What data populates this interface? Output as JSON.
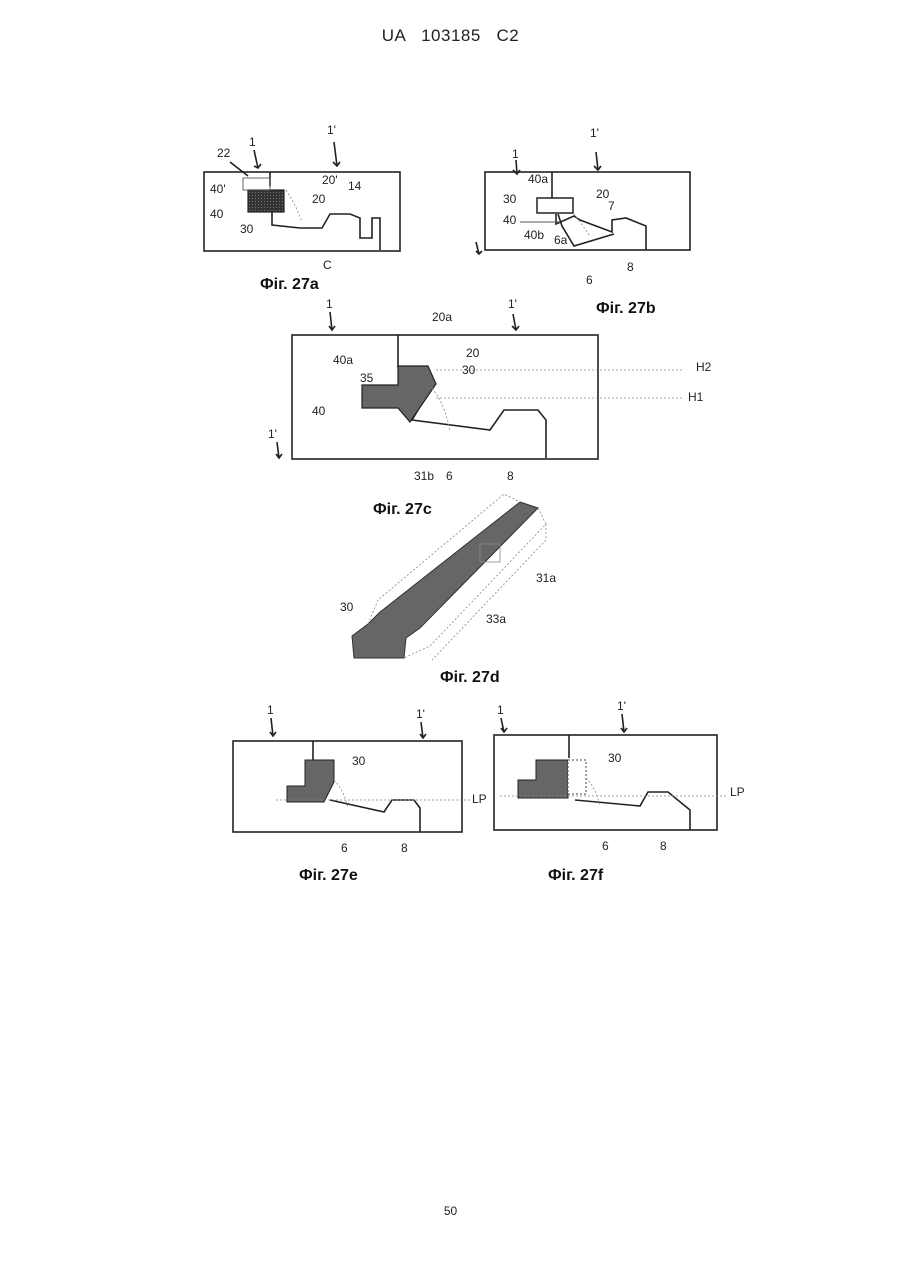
{
  "header": "UA   103185   C2",
  "page_number": "50",
  "figures": {
    "f27a": {
      "caption": "Фіг. 27a",
      "labels": [
        "1",
        "1'",
        "22",
        "20'",
        "14",
        "40'",
        "20",
        "40",
        "30",
        "C"
      ]
    },
    "f27b": {
      "caption": "Фіг. 27b",
      "labels": [
        "1",
        "1'",
        "40a",
        "30",
        "20",
        "7",
        "40",
        "40b",
        "6a",
        "8",
        "6"
      ]
    },
    "f27c": {
      "caption": "Фіг. 27c",
      "labels": [
        "1",
        "1'",
        "20a",
        "40a",
        "20",
        "35",
        "30",
        "H2",
        "H1",
        "40",
        "1'",
        "31b",
        "6",
        "8"
      ]
    },
    "f27d": {
      "caption": "Фіг. 27d",
      "labels": [
        "31a",
        "30",
        "33a"
      ]
    },
    "f27e": {
      "caption": "Фіг. 27e",
      "labels": [
        "1",
        "1'",
        "30",
        "LP",
        "6",
        "8"
      ]
    },
    "f27f": {
      "caption": "Фіг. 27f",
      "labels": [
        "1",
        "1'",
        "30",
        "LP",
        "6",
        "8"
      ]
    }
  }
}
